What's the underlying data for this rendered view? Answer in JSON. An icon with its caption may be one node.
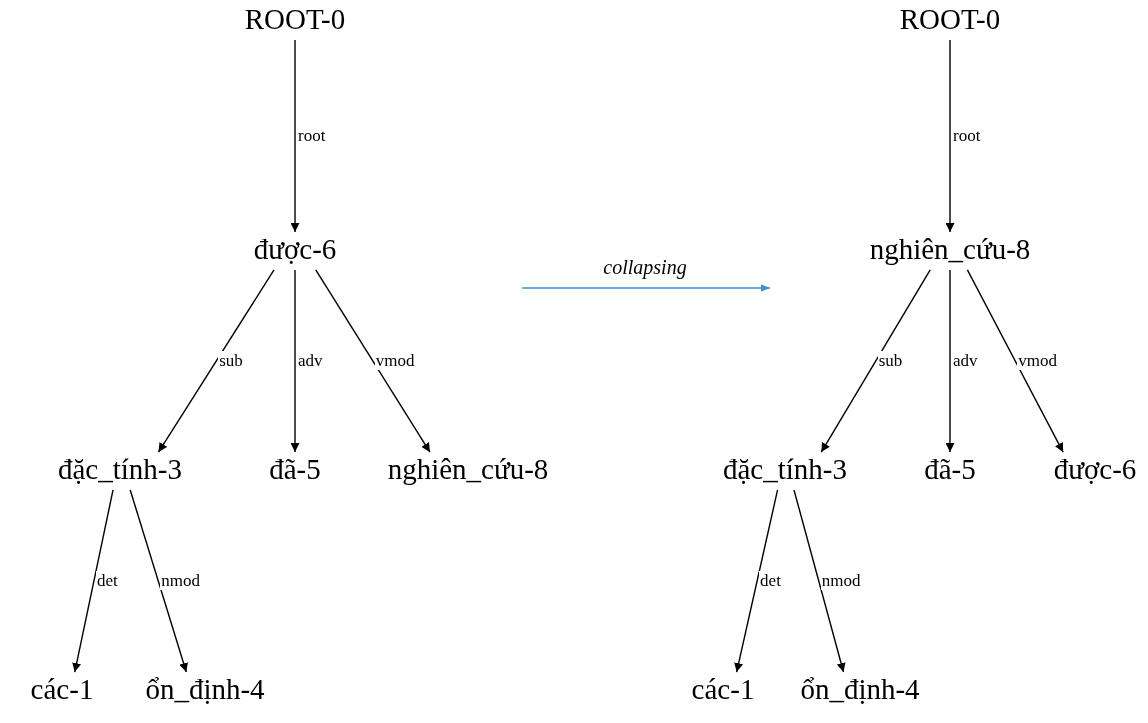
{
  "diagram": {
    "nodes": [
      {
        "text": [
          "ROOT-0"
        ]
      },
      {
        "text": [
          "được-6"
        ]
      },
      {
        "text": [
          "đặc_tính-3"
        ]
      },
      {
        "text": [
          "đã-5"
        ]
      },
      {
        "text": [
          "nghiên_cứu-8"
        ]
      },
      {
        "text": [
          "các-1"
        ]
      },
      {
        "text": [
          "ổn_định-4"
        ]
      },
      {
        "text": [
          "ROOT-0"
        ]
      },
      {
        "text": [
          "nghiên_cứu-8"
        ]
      },
      {
        "text": [
          "đặc_tính-3"
        ]
      },
      {
        "text": [
          "đã-5"
        ]
      },
      {
        "text": [
          "được-6"
        ]
      },
      {
        "text": [
          "các-1"
        ]
      },
      {
        "text": [
          "ổn_định-4"
        ]
      }
    ],
    "edges": [
      {
        "from": 0,
        "to": 1,
        "arrow": "to",
        "label": "root"
      },
      {
        "from": 1,
        "to": 2,
        "arrow": "to",
        "label": "sub"
      },
      {
        "from": 1,
        "to": 3,
        "arrow": "to",
        "label": "adv"
      },
      {
        "from": 1,
        "to": 4,
        "arrow": "to",
        "label": "vmod"
      },
      {
        "from": 2,
        "to": 5,
        "arrow": "to",
        "label": "det"
      },
      {
        "from": 2,
        "to": 6,
        "arrow": "to",
        "label": "nmod"
      },
      {
        "from": 7,
        "to": 8,
        "arrow": "to",
        "label": "root"
      },
      {
        "from": 8,
        "to": 9,
        "arrow": "to",
        "label": "sub"
      },
      {
        "from": 8,
        "to": 10,
        "arrow": "to",
        "label": "adv"
      },
      {
        "from": 8,
        "to": 11,
        "arrow": "to",
        "label": "vmod"
      },
      {
        "from": 9,
        "to": 12,
        "arrow": "to",
        "label": "det"
      },
      {
        "from": 9,
        "to": 13,
        "arrow": "to",
        "label": "nmod"
      }
    ],
    "labels": [
      "collapsing"
    ]
  }
}
